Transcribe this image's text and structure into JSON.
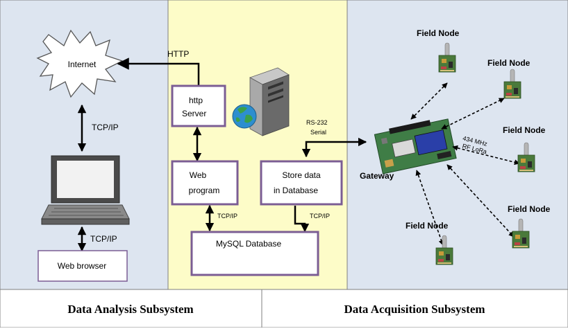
{
  "sections": {
    "analysis_label": "Data Analysis Subsystem",
    "acquisition_label": "Data Acquisition Subsystem"
  },
  "labels": {
    "internet": "Internet",
    "http": "HTTP",
    "tcpip": "TCP/IP",
    "tcpip_small": "TCP/IP",
    "web_browser": "Web browser",
    "http_server_line1": "http",
    "http_server_line2": "Server",
    "web_program_line1": "Web",
    "web_program_line2": "program",
    "store_line1": "Store data",
    "store_line2": "in Database",
    "mysql": "MySQL Database",
    "rs232_line1": "RS-232",
    "rs232_line2": "Serial",
    "gateway": "Gateway",
    "field_node": "Field Node",
    "rf_line1": "434 MHz",
    "rf_line2": "RF LoRa"
  },
  "colors": {
    "analysis_bg": "#dde5f0",
    "middle_bg": "#fdfcc8",
    "acquisition_bg": "#dde5f0",
    "box_border": "#7b5d94",
    "footer_bg": "#ffffff"
  },
  "icons": [
    "cloud-icon",
    "laptop-icon",
    "server-icon",
    "globe-icon",
    "gateway-board-icon",
    "field-node-icon"
  ]
}
